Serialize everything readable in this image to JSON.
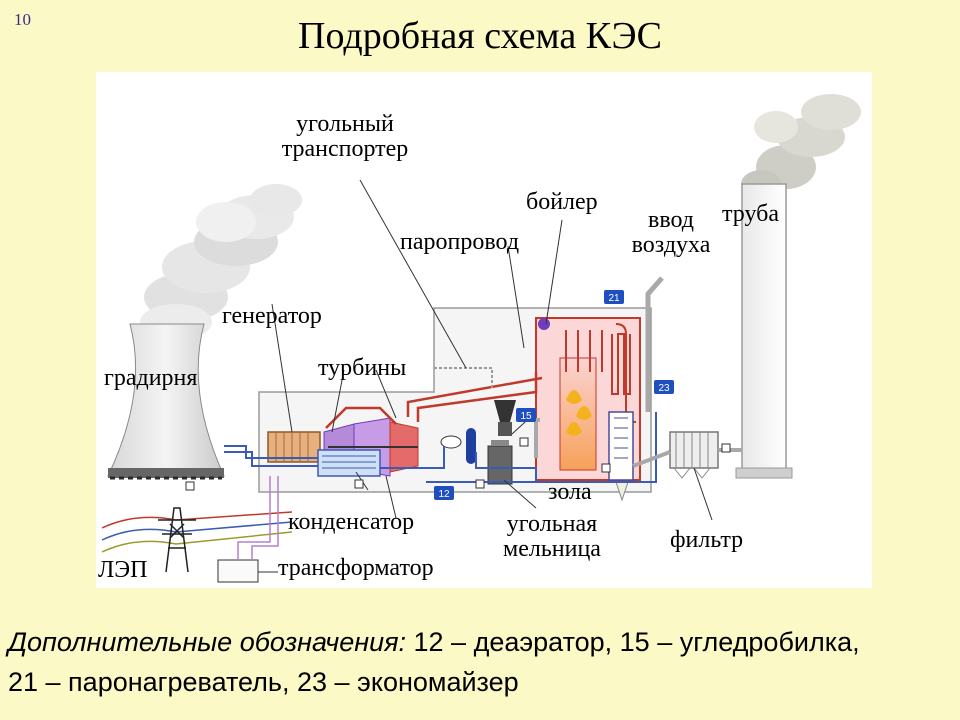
{
  "slide_number": "10",
  "title": "Подробная схема КЭС",
  "labels": {
    "coal_conveyor": "угольный транспортер",
    "boiler": "бойлер",
    "steam_line": "паропровод",
    "air_inlet": "ввод воздуха",
    "chimney": "труба",
    "generator": "генератор",
    "turbines": "турбины",
    "cooling_tower": "градирня",
    "ash": "зола",
    "condenser": "конденсатор",
    "coal_mill": "угольная мельница",
    "filter": "фильтр",
    "power_line": "ЛЭП",
    "transformer": "трансформатор"
  },
  "badges": {
    "b12": "12",
    "b15": "15",
    "b21": "21",
    "b23": "23"
  },
  "notes": {
    "lead": "Дополнительные обозначения:",
    "line1": " 12 – деаэратор, 15 – угледробилка,",
    "line2": "21 – паронагреватель, 23 – экономайзер"
  },
  "colors": {
    "background": "#fbf9c6",
    "steam_red": "#c0392b",
    "water_blue": "#3b5bb5",
    "badge_blue": "#1f4fbf"
  }
}
